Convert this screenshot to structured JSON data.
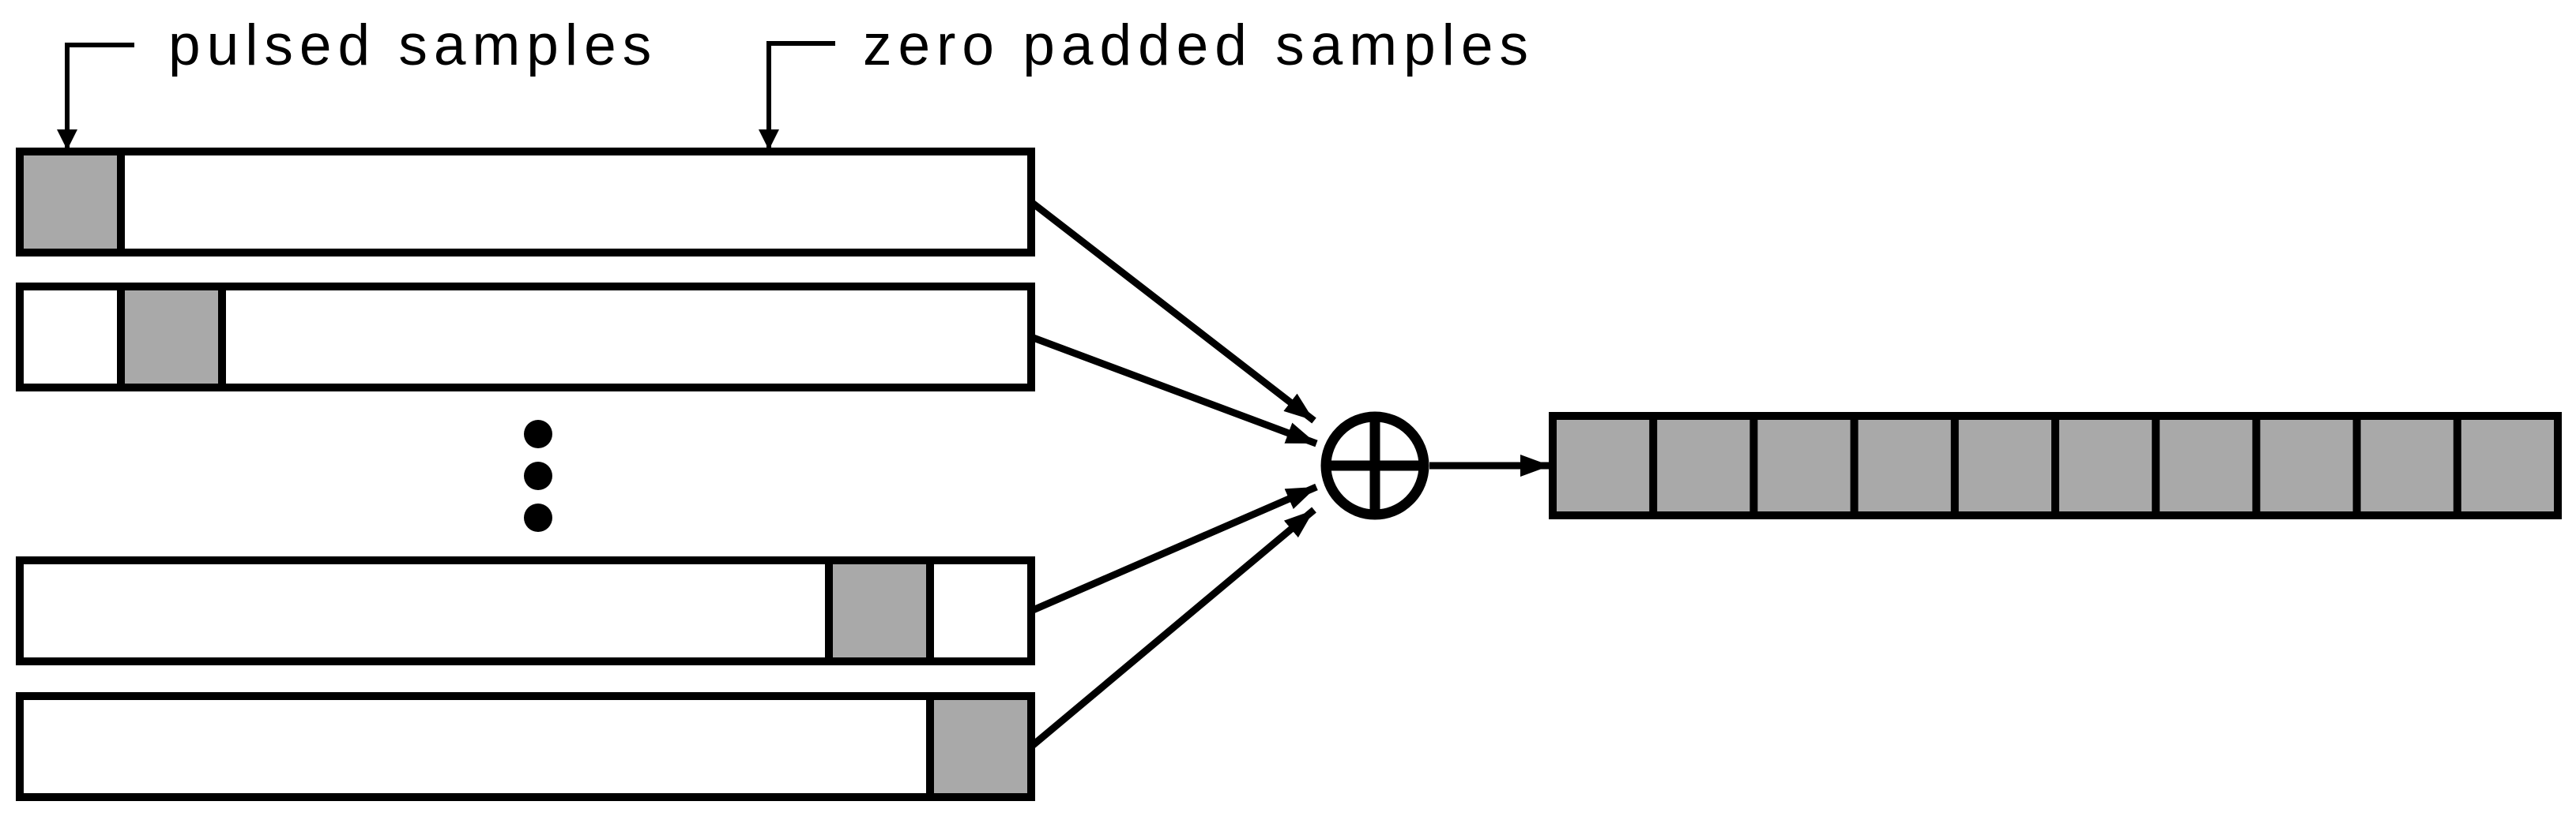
{
  "labels": {
    "pulsed": "pulsed samples",
    "zero_padded": "zero padded samples"
  },
  "diagram": {
    "colors": {
      "pulse_fill": "#a9a9a9",
      "stroke": "#000000",
      "background": "#ffffff"
    },
    "input_bars": [
      {
        "cells": 10,
        "pulse_index": 0
      },
      {
        "cells": 10,
        "pulse_index": 1
      },
      {
        "cells": 10,
        "pulse_index": 8
      },
      {
        "cells": 10,
        "pulse_index": 9
      }
    ],
    "ellipsis_dots": 3,
    "sum_operator": "circled-plus",
    "output_bar": {
      "cells": 10,
      "filled": true
    }
  }
}
